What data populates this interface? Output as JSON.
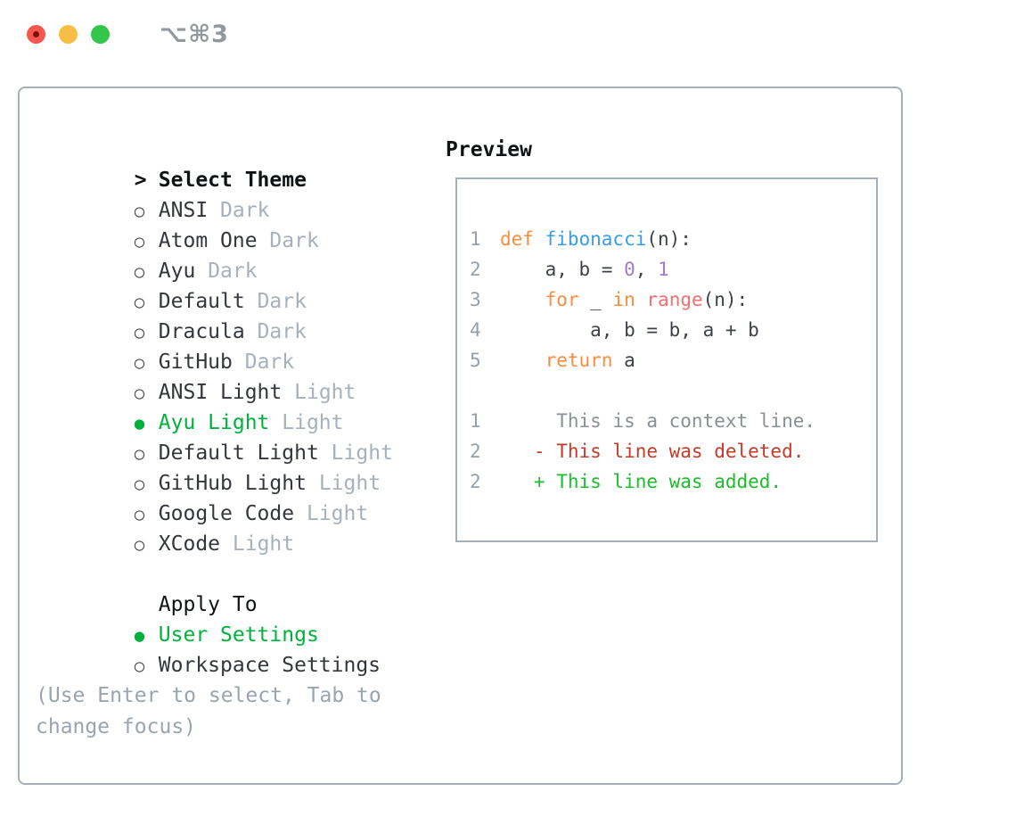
{
  "titlebar": {
    "title": "⌥⌘3"
  },
  "theme_list": {
    "focus_indicator": ">",
    "header": "Select Theme",
    "items": [
      {
        "marker": "○",
        "name": "ANSI",
        "variant": "Dark",
        "selected": false
      },
      {
        "marker": "○",
        "name": "Atom One",
        "variant": "Dark",
        "selected": false
      },
      {
        "marker": "○",
        "name": "Ayu",
        "variant": "Dark",
        "selected": false
      },
      {
        "marker": "○",
        "name": "Default",
        "variant": "Dark",
        "selected": false
      },
      {
        "marker": "○",
        "name": "Dracula",
        "variant": "Dark",
        "selected": false
      },
      {
        "marker": "○",
        "name": "GitHub",
        "variant": "Dark",
        "selected": false
      },
      {
        "marker": "○",
        "name": "ANSI Light",
        "variant": "Light",
        "selected": false
      },
      {
        "marker": "●",
        "name": "Ayu Light",
        "variant": "Light",
        "selected": true
      },
      {
        "marker": "○",
        "name": "Default Light",
        "variant": "Light",
        "selected": false
      },
      {
        "marker": "○",
        "name": "GitHub Light",
        "variant": "Light",
        "selected": false
      },
      {
        "marker": "○",
        "name": "Google Code",
        "variant": "Light",
        "selected": false
      },
      {
        "marker": "○",
        "name": "XCode",
        "variant": "Light",
        "selected": false
      }
    ]
  },
  "apply_to": {
    "header": "Apply To",
    "options": [
      {
        "marker": "●",
        "label": "User Settings",
        "selected": true
      },
      {
        "marker": "○",
        "label": "Workspace Settings",
        "selected": false
      }
    ]
  },
  "help_text": "(Use Enter to select, Tab to change focus)",
  "preview": {
    "header": "Preview",
    "lines": [
      {
        "num": "1",
        "tokens": [
          {
            "text": "def ",
            "type": "keyword"
          },
          {
            "text": "fibonacci",
            "type": "function"
          },
          {
            "text": "(n):",
            "type": "default"
          }
        ]
      },
      {
        "num": "2",
        "tokens": [
          {
            "text": "    a, b = ",
            "type": "default"
          },
          {
            "text": "0",
            "type": "number"
          },
          {
            "text": ", ",
            "type": "default"
          },
          {
            "text": "1",
            "type": "number"
          }
        ]
      },
      {
        "num": "3",
        "tokens": [
          {
            "text": "    ",
            "type": "default"
          },
          {
            "text": "for",
            "type": "keyword"
          },
          {
            "text": " _ ",
            "type": "default"
          },
          {
            "text": "in",
            "type": "keyword"
          },
          {
            "text": " ",
            "type": "default"
          },
          {
            "text": "range",
            "type": "builtin"
          },
          {
            "text": "(n):",
            "type": "default"
          }
        ]
      },
      {
        "num": "4",
        "tokens": [
          {
            "text": "        a, b = b, a + b",
            "type": "default"
          }
        ]
      },
      {
        "num": "5",
        "tokens": [
          {
            "text": "    ",
            "type": "default"
          },
          {
            "text": "return",
            "type": "keyword"
          },
          {
            "text": " a",
            "type": "default"
          }
        ]
      },
      {
        "num": "",
        "tokens": []
      },
      {
        "num": "1",
        "tokens": [
          {
            "text": "     This is a context line.",
            "type": "context"
          }
        ]
      },
      {
        "num": "2",
        "tokens": [
          {
            "text": "   - This line was deleted.",
            "type": "deleted"
          }
        ]
      },
      {
        "num": "2",
        "tokens": [
          {
            "text": "   + This line was added.",
            "type": "added"
          }
        ]
      }
    ]
  },
  "colors": {
    "keyword": "#FA8D3E",
    "function": "#399EE6",
    "builtin": "#F07171",
    "number": "#A37ACC",
    "code-fg": "#3D4248",
    "line-number": "#96A0AC",
    "context": "#8A9098",
    "deleted": "#C63B28",
    "added": "#1CBE2C",
    "selected": "#00B23C",
    "variant": "#A7B0BC",
    "help": "#9AA4B1",
    "tl-red": "#F4574F",
    "tl-yellow": "#F7BE45",
    "tl-green": "#34C64A"
  }
}
